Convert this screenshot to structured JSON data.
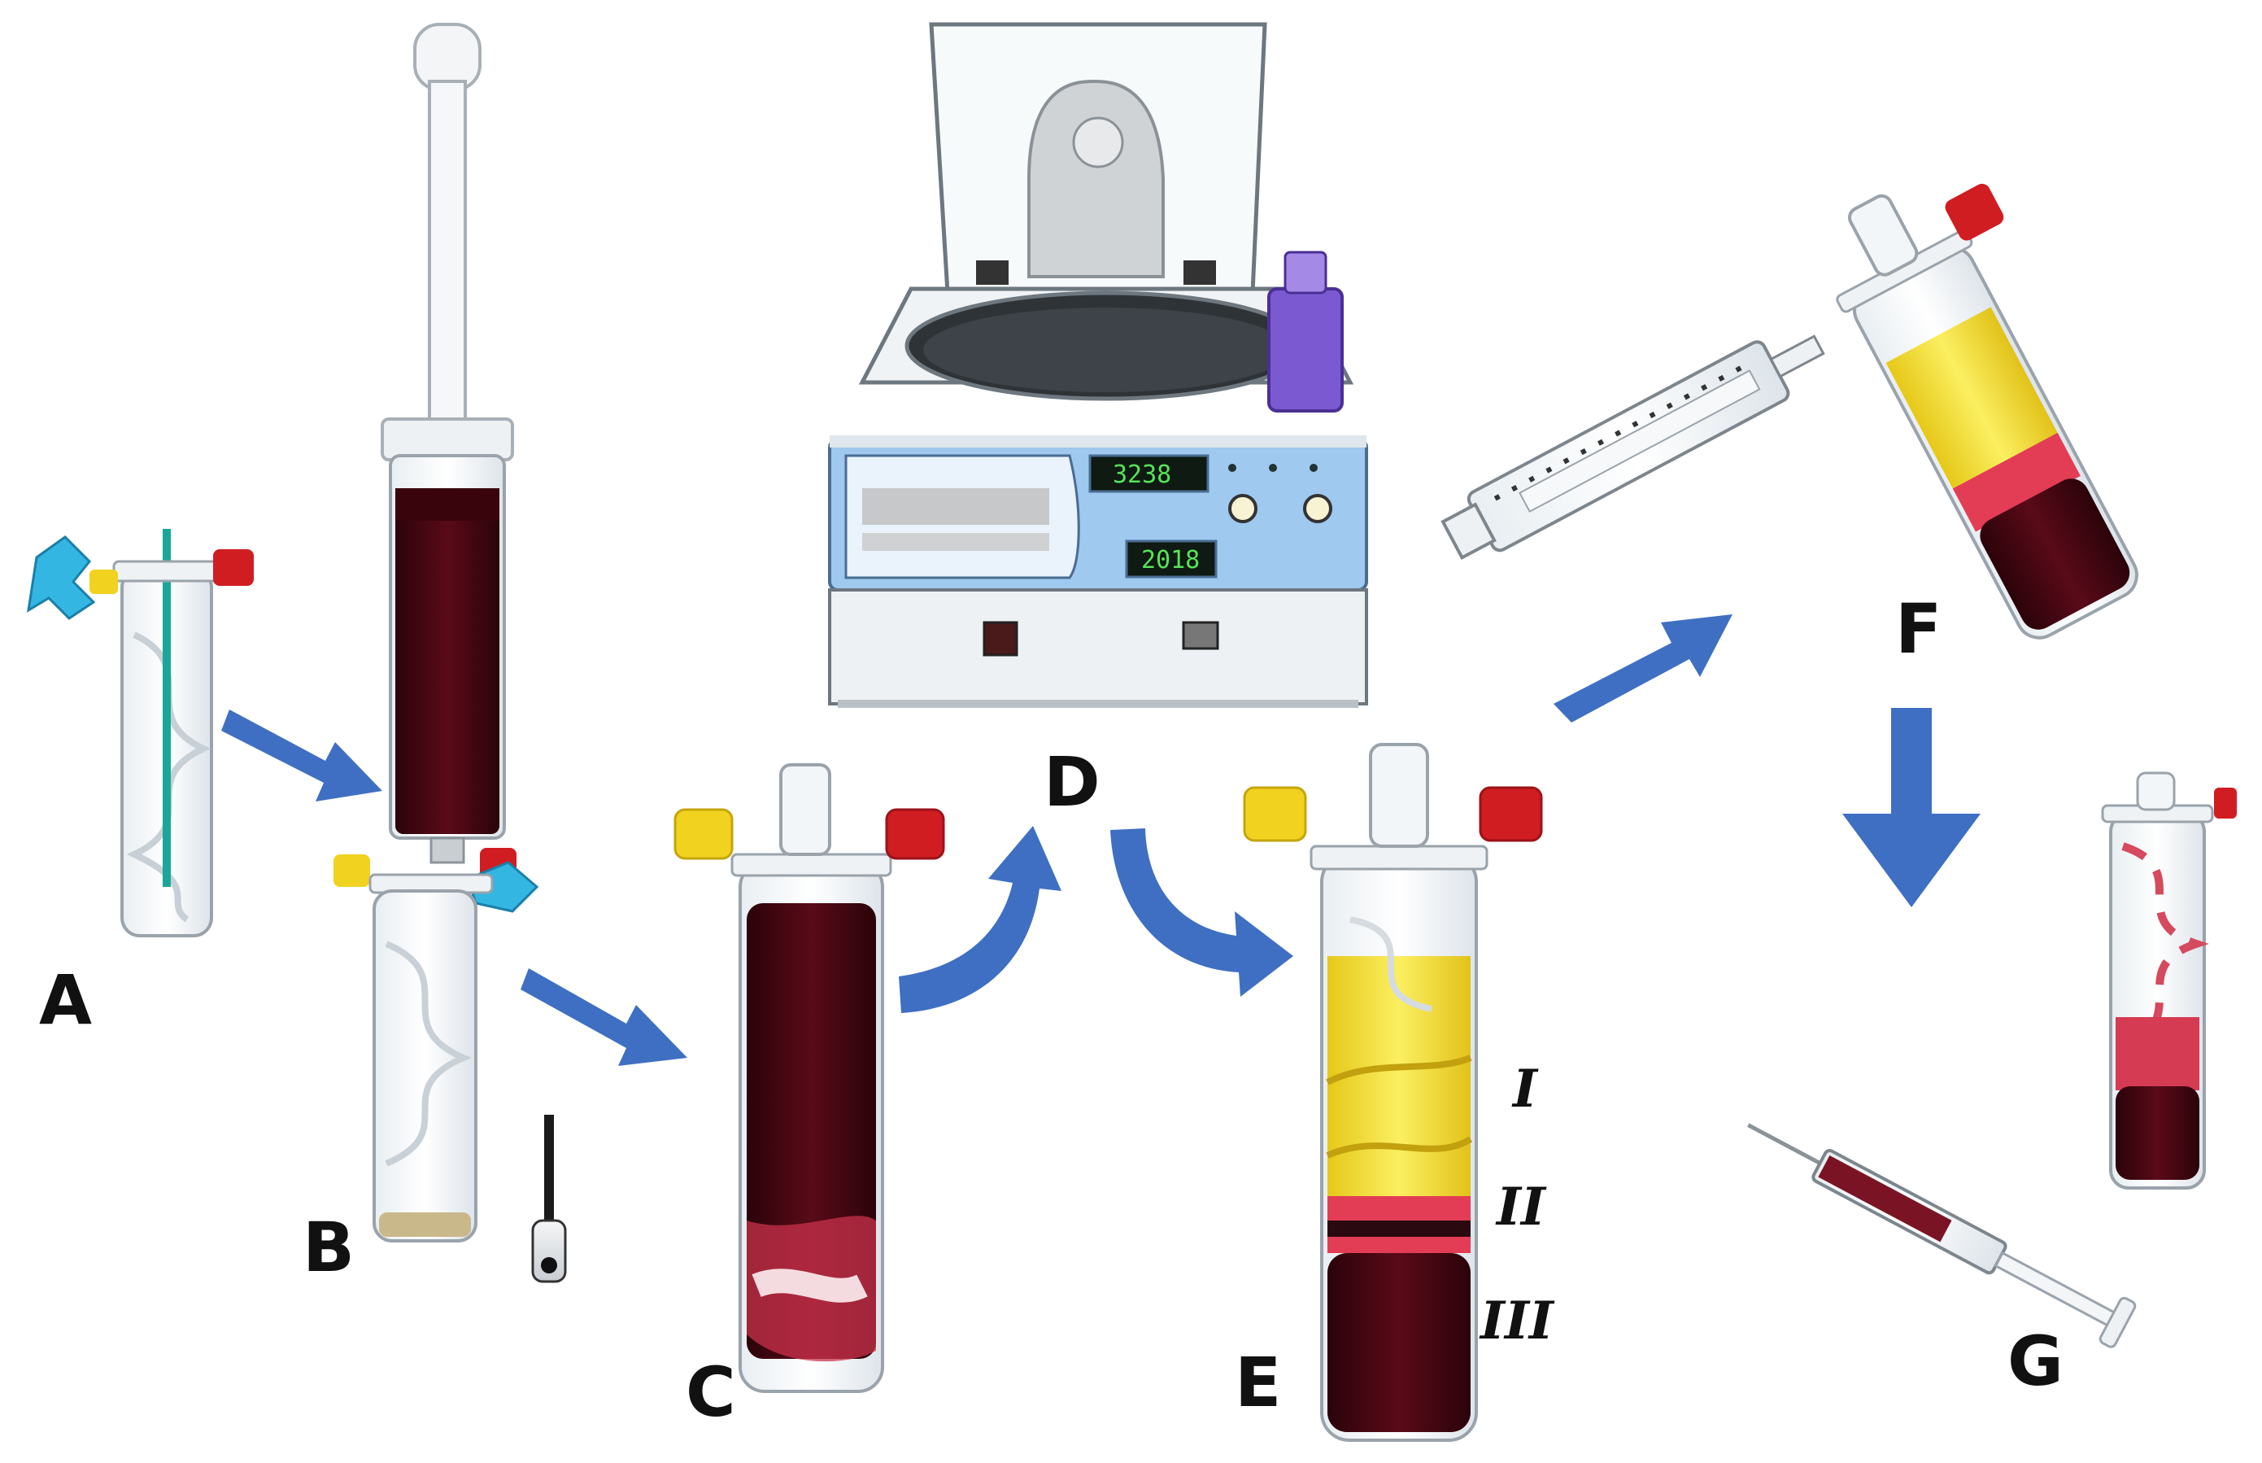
{
  "panels": {
    "A": "A",
    "B": "B",
    "C": "C",
    "D": "D",
    "E": "E",
    "F": "F",
    "G": "G"
  },
  "layers": {
    "I": "I",
    "II": "II",
    "III": "III"
  },
  "centrifuge": {
    "upper_readout": "3238",
    "lower_readout": "2018"
  },
  "colors": {
    "arrow": "#3f6fc2",
    "blood": "#4a0713",
    "plasma": "#f4e23a",
    "buffy": "#e33d55",
    "red_cap": "#d01d22",
    "yellow_cap": "#f1d21f",
    "blue_valve": "#34b6e2",
    "panel_blue": "#9fc9ef"
  }
}
